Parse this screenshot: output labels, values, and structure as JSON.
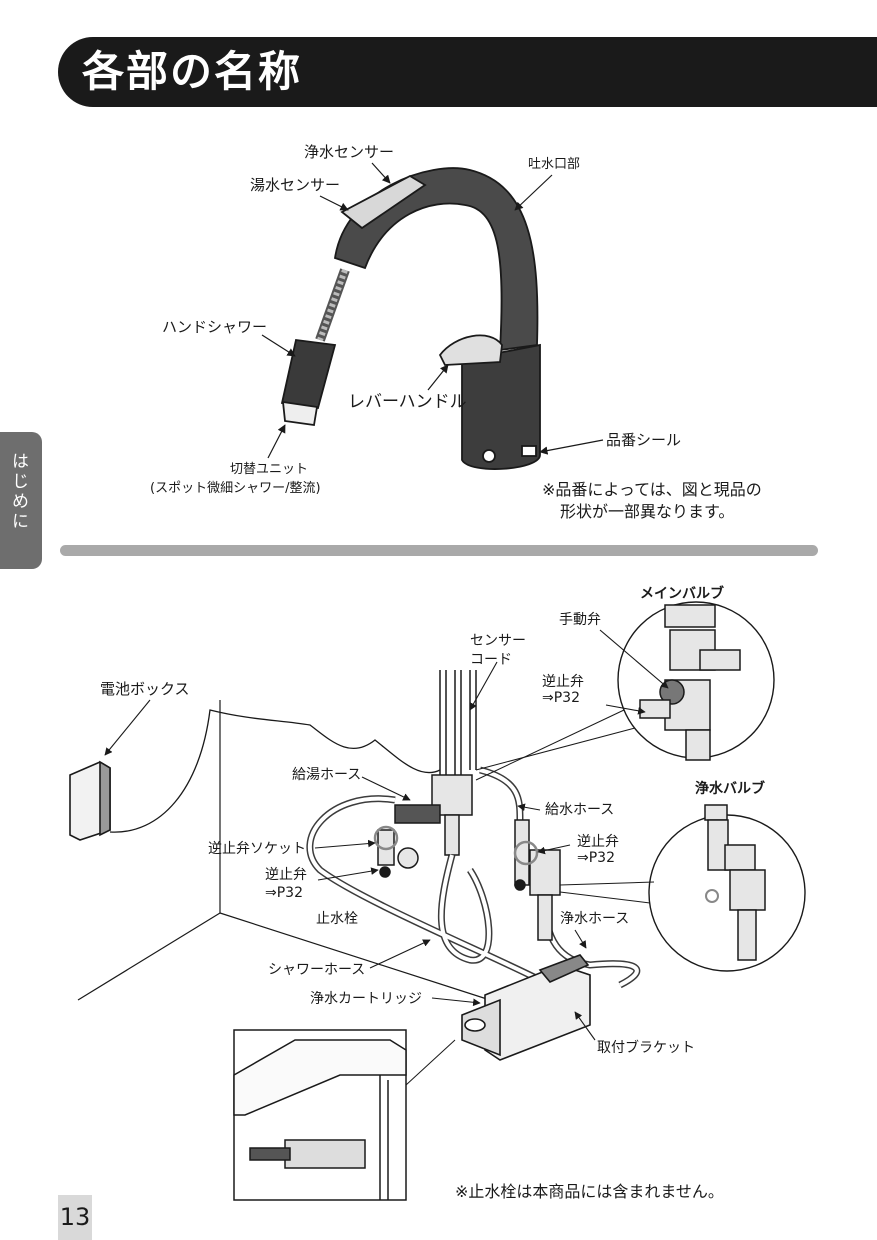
{
  "header": {
    "title": "各部の名称"
  },
  "side_tab": {
    "label": "はじめに"
  },
  "faucet_labels": {
    "water_sensor": "浄水センサー",
    "hot_sensor": "湯水センサー",
    "spout": "吐水口部",
    "hand_shower": "ハンドシャワー",
    "lever": "レバーハンドル",
    "part_seal": "品番シール",
    "switch_unit": "切替ユニット",
    "switch_unit_sub": "(スポット微細シャワー/整流)"
  },
  "faucet_note": [
    "※品番によっては、図と現品の",
    "形状が一部異なります。"
  ],
  "under_labels": {
    "main_valve": "メインバルブ",
    "manual_valve": "手動弁",
    "sensor_cord_1": "センサー",
    "sensor_cord_2": "コード",
    "check_valve": "逆止弁",
    "ref_p32": "⇒P32",
    "battery_box": "電池ボックス",
    "hot_hose": "給湯ホース",
    "supply_hose": "給水ホース",
    "purify_valve": "浄水バルブ",
    "check_socket": "逆止弁ソケット",
    "stop_cock": "止水栓",
    "purify_hose": "浄水ホース",
    "shower_hose": "シャワーホース",
    "cartridge": "浄水カートリッジ",
    "bracket": "取付ブラケット"
  },
  "bottom_note": "※止水栓は本商品には含まれません。",
  "page_number": "13",
  "colors": {
    "banner": "#1a1a1a",
    "tab": "#6e6e6e",
    "divider": "#a9a9a9"
  }
}
